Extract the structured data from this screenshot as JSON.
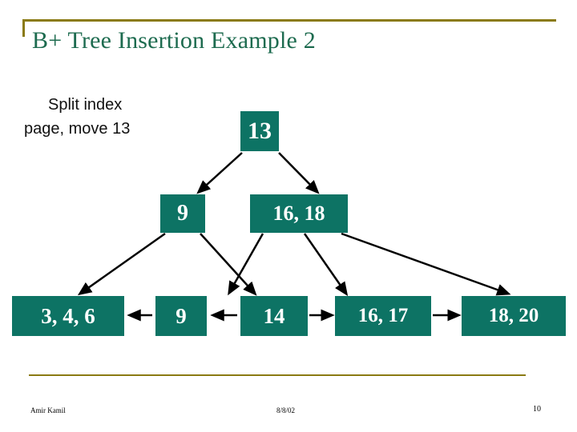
{
  "slide": {
    "title": "B+ Tree Insertion Example 2",
    "caption_line1": "Split index",
    "caption_line2": "page, move 13",
    "accent_color": "#8a7a12",
    "title_color": "#1d6b4f",
    "node_color": "#0d7364"
  },
  "tree": {
    "root": {
      "label": "13"
    },
    "level2": [
      {
        "label": "9"
      },
      {
        "label": "16, 18"
      }
    ],
    "level3": [
      {
        "label": "3, 4, 6"
      },
      {
        "label": "9"
      },
      {
        "label": "14"
      },
      {
        "label": "16, 17"
      },
      {
        "label": "18, 20"
      }
    ]
  },
  "footer": {
    "author": "Amir Kamil",
    "date": "8/8/02",
    "page_number": "10"
  }
}
